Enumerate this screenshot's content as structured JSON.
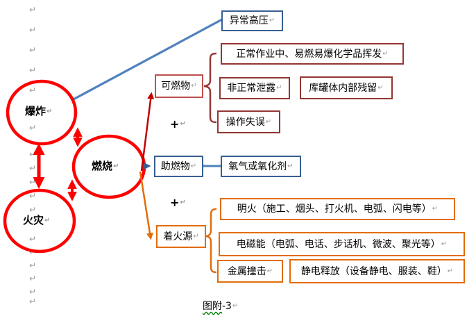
{
  "glyphs": {
    "return_mark": "↵",
    "plus": "+"
  },
  "circles": {
    "explosion": "爆炸",
    "combustion": "燃烧",
    "fire": "火灾"
  },
  "boxes": {
    "abnormal_pressure": "异常高压",
    "normal_operation": "正常作业中、易燃易爆化学品挥发",
    "combustible": "可燃物",
    "abnormal_leak": "非正常泄露",
    "tank_residue": "库罐体内部残留",
    "operation_error": "操作失误",
    "combustion_supporter": "助燃物",
    "oxygen": "氧气或氧化剂",
    "ignition_source": "着火源",
    "open_flame": "明火（施工、烟头、打火机、电弧、闪电等）",
    "electromagnetic": "电磁能（电弧、电话、步话机、微波、聚光等）",
    "metal_impact": "金属撞击",
    "static_discharge": "静电释放（设备静电、服装、鞋）"
  },
  "caption": {
    "underlined": "图附",
    "rest": "-3"
  },
  "colors": {
    "circle_red": "#FF0000",
    "dark_red": "#943634",
    "medium_red": "#C0504D",
    "arrow_red": "#C00000",
    "dark_blue": "#365F91",
    "line_blue": "#4F81BD",
    "orange": "#E36C09",
    "mark_gray": "#9A9A9A",
    "wavy_green": "#008000"
  }
}
